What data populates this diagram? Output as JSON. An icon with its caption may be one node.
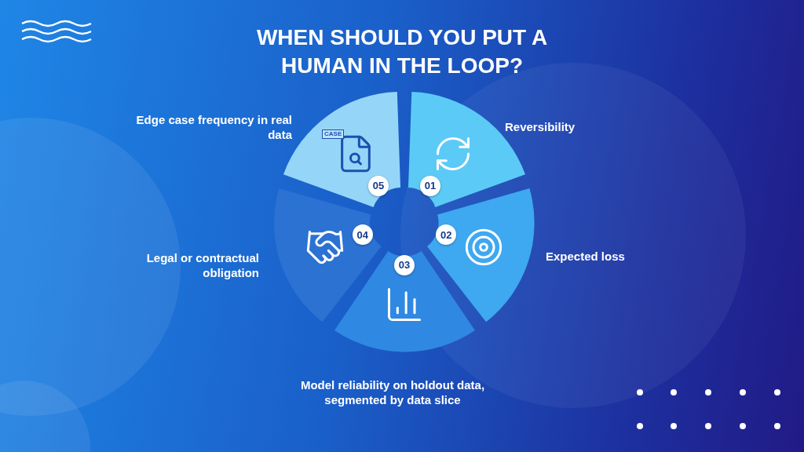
{
  "diagram": {
    "title": "WHEN SHOULD YOU PUT A HUMAN IN THE LOOP?",
    "nodes": [
      {
        "text": [
          "01"
        ],
        "beside": [
          "Reversibility"
        ]
      },
      {
        "text": [
          "02"
        ],
        "beside": [
          "Expected loss"
        ]
      },
      {
        "text": [
          "03"
        ],
        "beside": [
          "Model reliability on holdout data, segmented by data slice"
        ]
      },
      {
        "text": [
          "04"
        ],
        "beside": [
          "Legal or contractual obligation"
        ]
      },
      {
        "text": [
          "05"
        ],
        "beside": [
          "Edge case frequency in real data"
        ]
      }
    ],
    "labels": [
      "CASE"
    ]
  }
}
